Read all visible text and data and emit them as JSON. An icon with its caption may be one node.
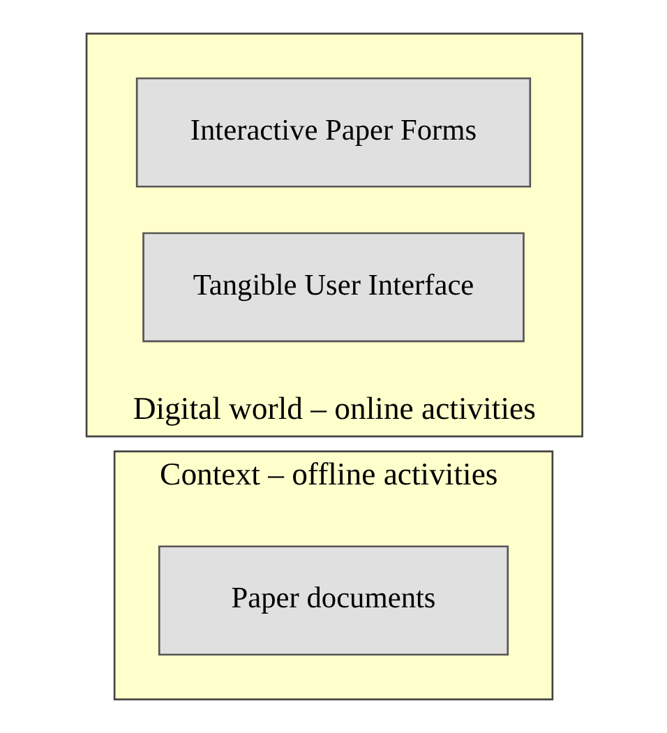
{
  "diagram": {
    "nodes": [
      {
        "text": [
          "Context – offline activities"
        ]
      },
      {
        "text": [
          "Paper documents"
        ],
        "in": 0
      },
      {
        "text": [
          "Digital world – online activities"
        ]
      },
      {
        "text": [
          "Interactive Paper Forms"
        ],
        "in": 2
      },
      {
        "text": [
          "Tangible User Interface"
        ],
        "in": 2
      }
    ]
  }
}
